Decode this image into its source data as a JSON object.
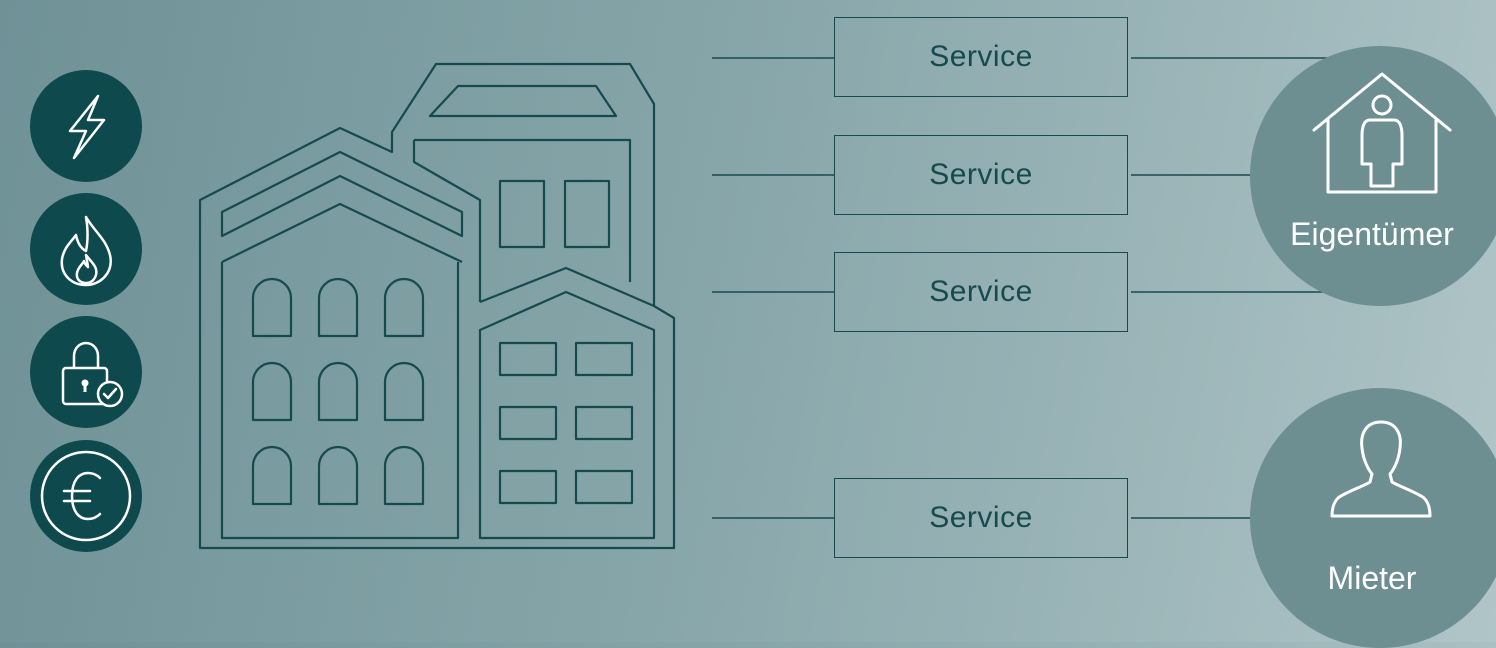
{
  "colors": {
    "dark_teal": "#0e4a4d",
    "line": "#164b4e",
    "role_circle": "#6e8f92",
    "white": "#ffffff"
  },
  "left_icons": [
    {
      "icon": "lightning-icon"
    },
    {
      "icon": "flame-icon"
    },
    {
      "icon": "padlock-check-icon"
    },
    {
      "icon": "euro-icon"
    }
  ],
  "building": {
    "icon": "building-complex-icon"
  },
  "services": [
    {
      "label": "Service"
    },
    {
      "label": "Service"
    },
    {
      "label": "Service"
    },
    {
      "label": "Service"
    }
  ],
  "roles": {
    "owner": {
      "label": "Eigentümer",
      "icon": "house-person-icon"
    },
    "tenant": {
      "label": "Mieter",
      "icon": "person-icon"
    }
  }
}
